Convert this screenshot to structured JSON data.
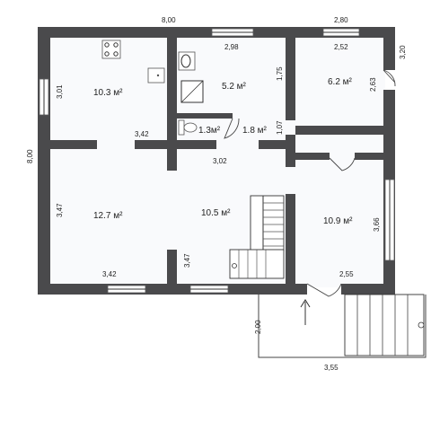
{
  "dimensions": {
    "top_total": "8,00",
    "top_right": "2,80",
    "window_top_mid": "2,98",
    "window_top_right": "2,52",
    "right_upper": "3,20",
    "left_total": "8,00",
    "kitchen_left": "3,01",
    "room62_right": "2,63",
    "hall_right": "1,75",
    "bath_right": "1,07",
    "kitchen_bottom": "3,42",
    "toilet_bottom": "3,02",
    "living_left": "3,47",
    "hall_right_side": "3,66",
    "stair_side": "3,47",
    "bottom_left": "3,42",
    "bottom_right": "2,55",
    "porch_left": "2,00",
    "porch_bottom": "3,55"
  },
  "rooms": {
    "kitchen": "10.3 м²",
    "bathroom": "5.2 м²",
    "bedroom_small": "6.2 м²",
    "toilet": "1.3м²",
    "closet": "1.8 м²",
    "living": "12.7 м²",
    "hall": "10.5 м²",
    "room_right": "10.9 м²"
  },
  "icons": [
    "stove-icon",
    "sink-icon",
    "washbasin-icon",
    "shower-icon",
    "toilet-icon",
    "staircase-icon",
    "entrance-arrow-icon"
  ],
  "colors": {
    "wall": "#4a4a4c",
    "background": "#ffffff"
  }
}
